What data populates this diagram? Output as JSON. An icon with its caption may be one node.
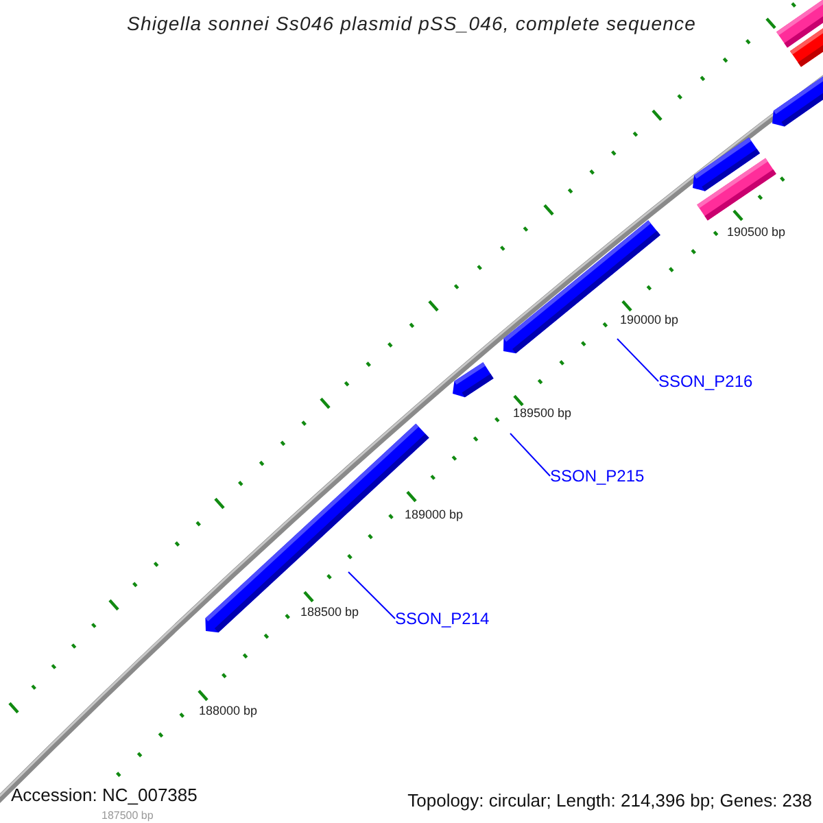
{
  "diagram": {
    "title": "Shigella sonnei Ss046 plasmid pSS_046, complete sequence",
    "nodes": [
      {
        "text": [
          "SSON_P216"
        ]
      },
      {
        "text": [
          "SSON_P215"
        ]
      },
      {
        "text": [
          "SSON_P214"
        ]
      }
    ],
    "edges": [
      {
        "from": 0,
        "to": null,
        "arrow": "none"
      },
      {
        "from": 1,
        "to": null,
        "arrow": "none"
      },
      {
        "from": 2,
        "to": null,
        "arrow": "none"
      }
    ],
    "labels": [
      "190500 bp",
      "190000 bp",
      "189500 bp",
      "189000 bp",
      "188500 bp",
      "188000 bp",
      "187500 bp",
      "Accession: NC_007385",
      "Topology: circular; Length: 214,396 bp; Genes: 238"
    ]
  }
}
